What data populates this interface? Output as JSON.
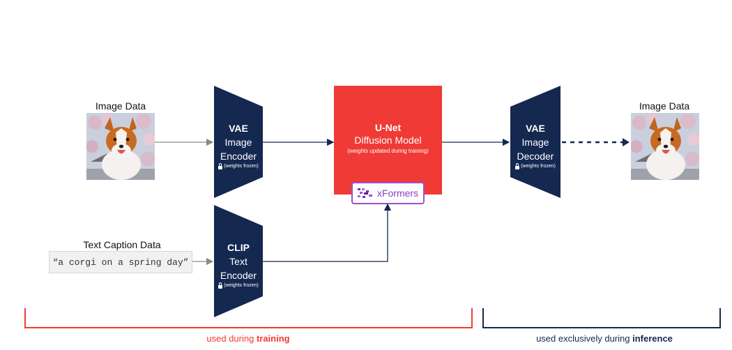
{
  "inputs": {
    "image_label": "Image Data",
    "text_label": "Text Caption Data",
    "caption": "“a corgi on a spring day”"
  },
  "vae_encoder": {
    "line1": "VAE",
    "line2": "Image",
    "line3": "Encoder",
    "note": "(weights frozen)"
  },
  "clip_encoder": {
    "line1": "CLIP",
    "line2": "Text",
    "line3": "Encoder",
    "note": "(weights frozen)"
  },
  "unet": {
    "title": "U-Net",
    "subtitle": "Diffusion Model",
    "note": "(weights updated during training)"
  },
  "xformers": {
    "label": "xFormers"
  },
  "vae_decoder": {
    "line1": "VAE",
    "line2": "Image",
    "line3": "Decoder",
    "note": "(weights frozen)"
  },
  "output": {
    "image_label": "Image Data"
  },
  "brackets": {
    "training_prefix": "used during ",
    "training_bold": "training",
    "inference_prefix": "used exclusively during ",
    "inference_bold": "inference"
  },
  "colors": {
    "navy": "#142850",
    "red": "#f03a35",
    "purple": "#9b4fd6",
    "arrow_gray": "#8a8a8a"
  }
}
